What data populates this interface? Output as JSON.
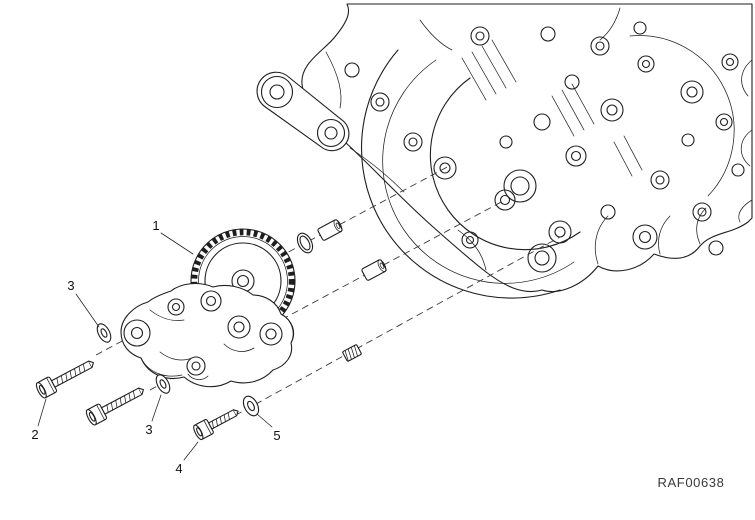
{
  "diagram": {
    "reference_code": "RAF00638",
    "callouts": [
      {
        "label": "1"
      },
      {
        "label": "2"
      },
      {
        "label": "3"
      },
      {
        "label": "3"
      },
      {
        "label": "4"
      },
      {
        "label": "5"
      }
    ]
  }
}
